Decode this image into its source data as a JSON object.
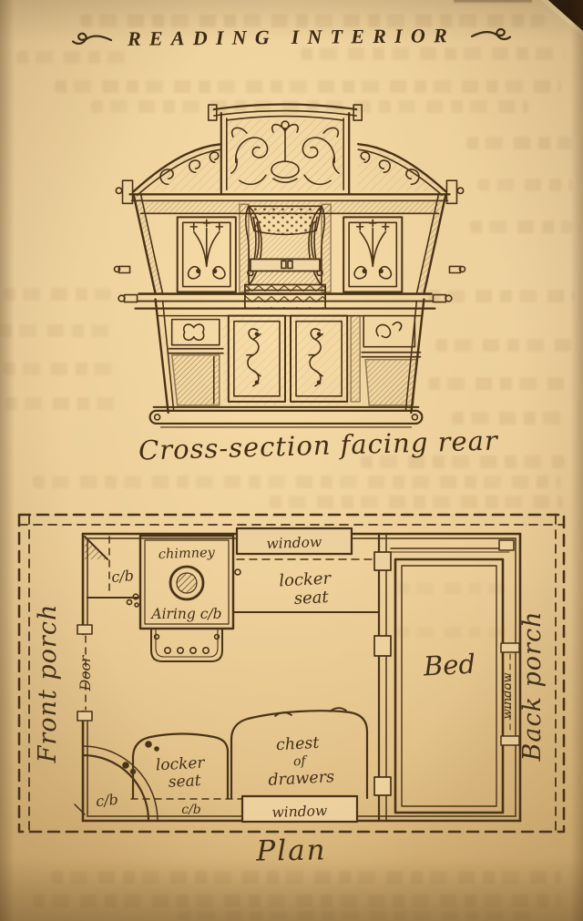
{
  "page": {
    "title": "READING INTERIOR",
    "captions": {
      "cross_section": "Cross-section facing rear",
      "plan": "Plan"
    }
  },
  "colors": {
    "paper": "#ecd09e",
    "ink": "#4a3419"
  },
  "plan": {
    "labels": {
      "front_porch": "Front porch",
      "back_porch": "Back porch",
      "door": "Door",
      "cb_top": "c/b",
      "chimney": "chimney",
      "airing": "Airing c/b",
      "window_top": "window",
      "locker_top_1": "locker",
      "locker_top_2": "seat",
      "bed": "Bed",
      "window_right": "window",
      "cb_corner": "c/b",
      "locker_bottom_1": "locker",
      "locker_bottom_2": "seat",
      "cb_bottom": "c/b",
      "chest_1": "chest",
      "chest_2": "of",
      "chest_3": "drawers",
      "window_bottom": "window"
    }
  }
}
